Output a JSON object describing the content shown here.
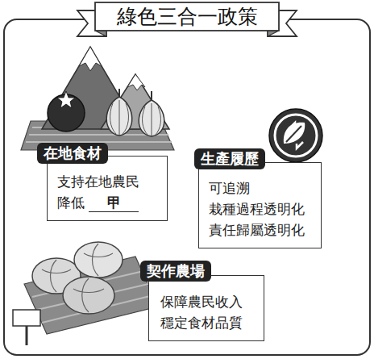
{
  "diagram": {
    "title": "綠色三合一政策",
    "nodes": [
      {
        "text": [
          "在地食材",
          "支持在地農民 降低",
          "甲"
        ]
      },
      {
        "text": [
          "生產履歷",
          "可追溯 栽種過程透明化 責任歸屬透明化"
        ]
      },
      {
        "text": [
          "契作農場",
          "保障農民收入 穩定食材品質"
        ]
      }
    ]
  }
}
